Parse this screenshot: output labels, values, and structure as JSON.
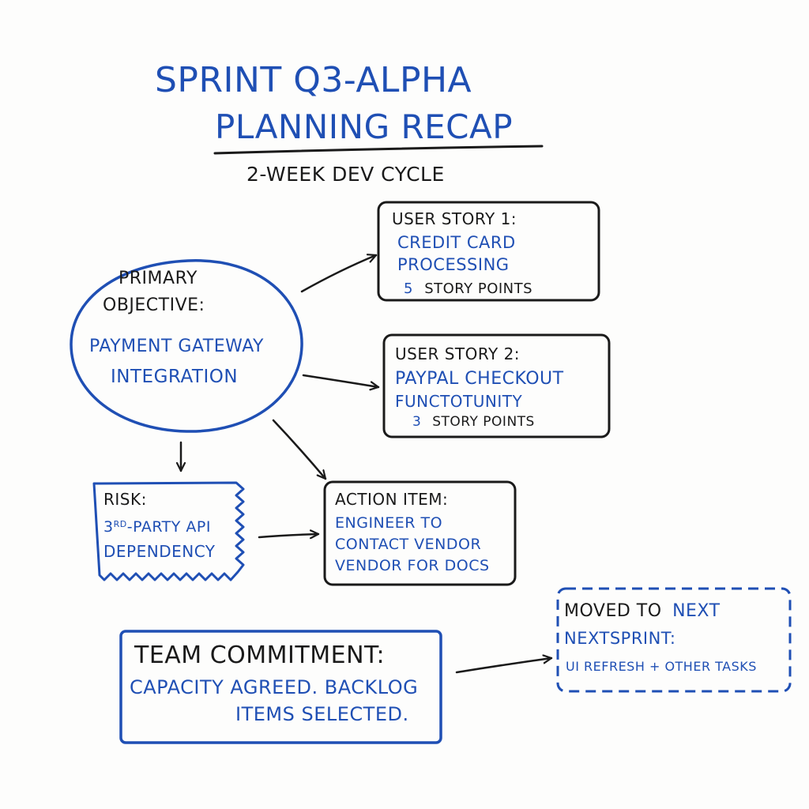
{
  "title": {
    "line1": "SPRINT Q3-ALPHA",
    "line2": "PLANNING RECAP",
    "subtitle": "2-WEEK DEV CYCLE"
  },
  "objective": {
    "label_line1": "PRIMARY",
    "label_line2": "OBJECTIVE:",
    "value_line1": "PAYMENT GATEWAY",
    "value_line2": "INTEGRATION"
  },
  "story1": {
    "title": "USER STORY 1:",
    "value_line1": "CREDIT CARD",
    "value_line2": "PROCESSING",
    "points_number": "5",
    "points_label": "STORY POINTS"
  },
  "story2": {
    "title": "USER STORY 2:",
    "value_line1": "PAYPAL CHECKOUT",
    "value_line2": "FUNCTOTUNITY",
    "points_number": "3",
    "points_label": "STORY POINTS"
  },
  "risk": {
    "title": "RISK:",
    "value_line1_num": "3",
    "value_line1_sup": "RD",
    "value_line1_rest": "-PARTY API",
    "value_line2": "DEPENDENCY"
  },
  "action": {
    "title": "ACTION ITEM:",
    "value_line1": "ENGINEER TO",
    "value_line2": "CONTACT VENDOR",
    "value_line3": "VENDOR FOR DOCS"
  },
  "commitment": {
    "title": "TEAM COMMITMENT:",
    "value_line1": "CAPACITY AGREED. BACKLOG",
    "value_line2": "ITEMS SELECTED."
  },
  "moved": {
    "title_line1_black": "MOVED TO",
    "title_line1_blue": "NEXT",
    "title_line2": "NEXTSPRINT:",
    "value": "UI REFRESH + OTHER TASKS"
  },
  "colors": {
    "ink_blue": "#1f4fb4",
    "ink_black": "#1a1a1a",
    "paper": "#fdfdfc"
  }
}
